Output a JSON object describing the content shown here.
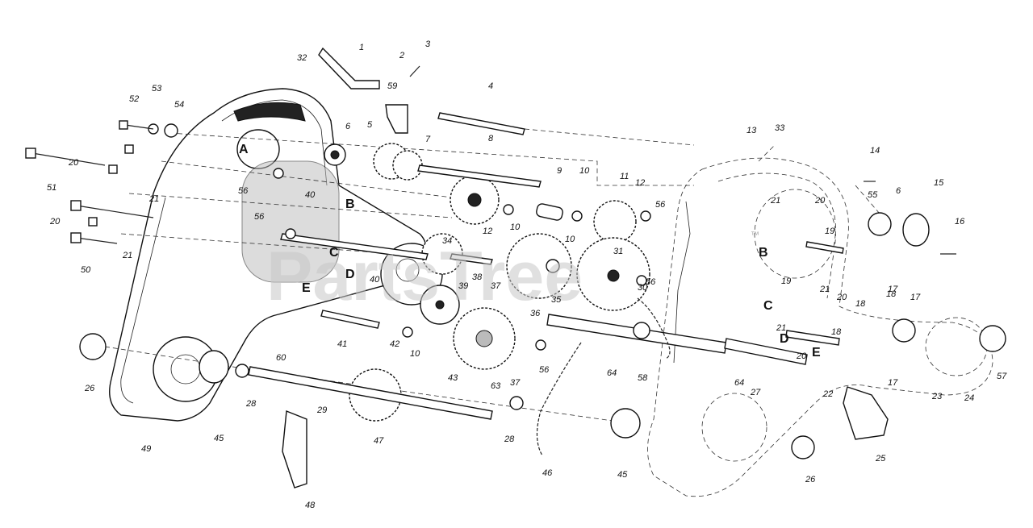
{
  "watermark": {
    "text": "PartsTree",
    "trademark": "™"
  },
  "reference_letters": [
    "A",
    "B",
    "C",
    "D",
    "E"
  ],
  "callouts": [
    "1",
    "2",
    "3",
    "4",
    "5",
    "6",
    "7",
    "8",
    "9",
    "10",
    "11",
    "12",
    "13",
    "14",
    "15",
    "16",
    "17",
    "18",
    "19",
    "20",
    "21",
    "22",
    "23",
    "24",
    "25",
    "26",
    "27",
    "28",
    "29",
    "30",
    "31",
    "32",
    "33",
    "34",
    "35",
    "36",
    "37",
    "38",
    "39",
    "40",
    "41",
    "42",
    "43",
    "45",
    "46",
    "47",
    "48",
    "49",
    "50",
    "51",
    "52",
    "53",
    "54",
    "55",
    "56",
    "57",
    "58",
    "59",
    "60",
    "63",
    "64"
  ]
}
